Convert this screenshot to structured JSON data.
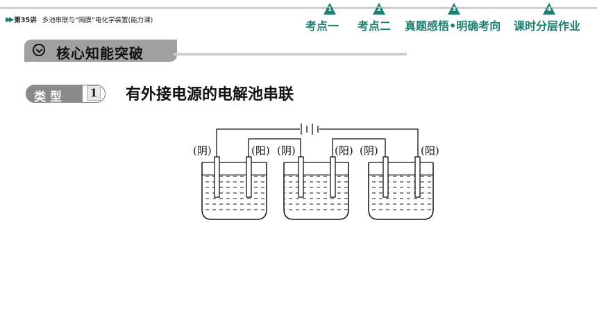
{
  "header": {
    "breadcrumb_lesson": "第35讲",
    "breadcrumb_title": "多池串联与“隔膜”电化学装置(能力课)"
  },
  "nav": [
    {
      "badge": "1",
      "label": "考点一"
    },
    {
      "badge": "2",
      "label": "考点二"
    },
    {
      "badge": "3",
      "label": "真题感悟•明确考向"
    },
    {
      "badge": "4",
      "label": "课时分层作业"
    }
  ],
  "section_banner": "核心知能突破",
  "type_tag": {
    "label": "类型",
    "number": "1"
  },
  "section_heading": "有外接电源的电解池串联",
  "diagram_labels": [
    "(阴)",
    "(阳)",
    "(阴)",
    "(阳)",
    "(阴)",
    "(阳)"
  ],
  "colors": {
    "accent": "#1a7f70",
    "banner": "#a0a0a0"
  }
}
